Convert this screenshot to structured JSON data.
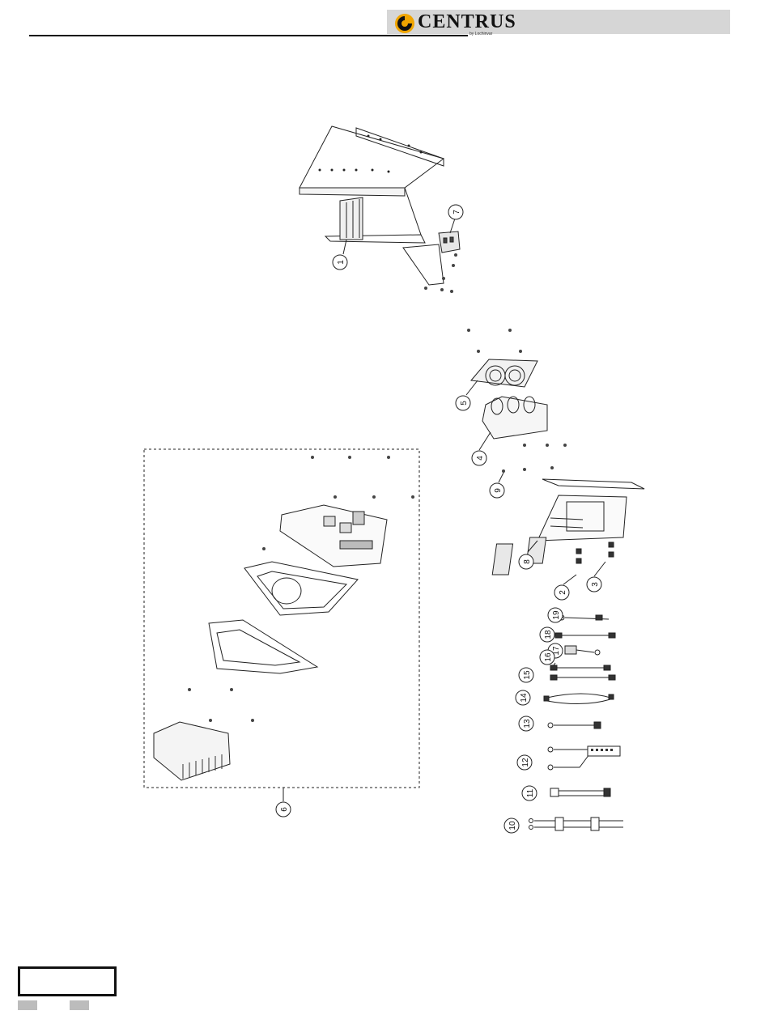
{
  "header": {
    "brand": "CENTRUS",
    "brand_sub": "by Lochinvar",
    "accent_color": "#f0a500",
    "bar_color": "#d6d6d6"
  },
  "callouts": [
    "1",
    "2",
    "3",
    "4",
    "5",
    "6",
    "7",
    "8",
    "9",
    "10",
    "11",
    "12",
    "13",
    "14",
    "15",
    "16",
    "17",
    "18",
    "19"
  ],
  "footer": {
    "page_box": ""
  }
}
